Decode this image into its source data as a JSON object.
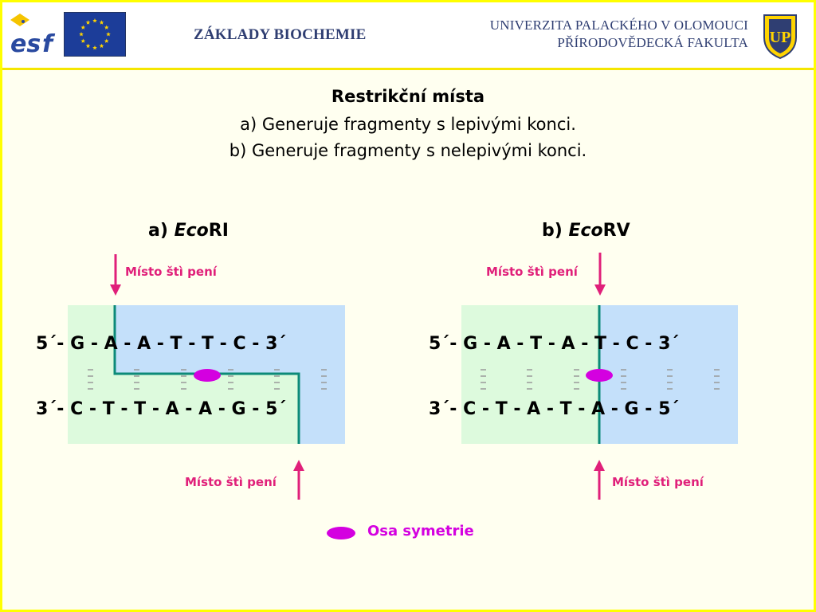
{
  "header": {
    "course": "ZÁKLADY BIOCHEMIE",
    "university_line1": "UNIVERZITA PALACKÉHO V OLOMOUCI",
    "university_line2": "PŘÍRODOVĚDECKÁ FAKULTA",
    "esf_logo_text": "esf",
    "upol_monogram": "UP"
  },
  "title": {
    "line1": "Restrikční místa",
    "line2": "a) Generuje fragmenty s lepivými konci.",
    "line3": "b) Generuje fragmenty s nelepivými konci."
  },
  "panel_a": {
    "prefix": "a) ",
    "enzyme_italic": "Eco",
    "enzyme_rest": "RI",
    "top_strand": "5´- G - A - A - T - T - C - 3´",
    "bottom_strand": "3´- C - T - T - A - A - G - 5´",
    "cut_top_label": "Místo štì pení",
    "cut_bottom_label": "Místo štì pení"
  },
  "panel_b": {
    "prefix": "b) ",
    "enzyme_italic": "Eco",
    "enzyme_rest": "RV",
    "top_strand": "5´- G - A - T - A - T - C - 3´",
    "bottom_strand": "3´- C - T - A - T - A - G - 5´",
    "cut_top_label": "Místo štì pení",
    "cut_bottom_label": "Místo štì pení"
  },
  "legend": {
    "symmetry_label": "Osa symetrie"
  },
  "colors": {
    "frame_yellow": "#ffff00",
    "green_region": "#ddfadd",
    "blue_region": "#c4e0fa",
    "cut_line": "#0c8a78",
    "arrow_pink": "#e0207a",
    "symmetry_magenta": "#d400e0"
  }
}
